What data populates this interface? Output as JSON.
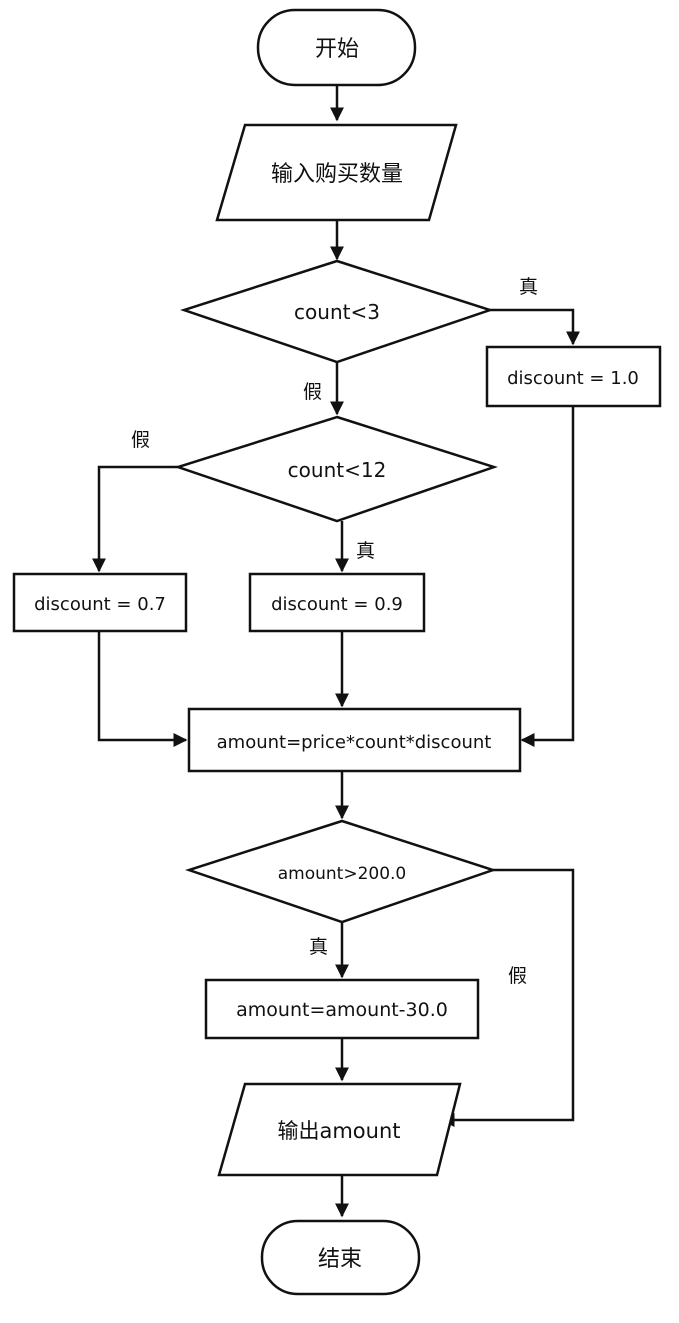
{
  "nodes": {
    "start": "开始",
    "input": "输入购买数量",
    "cond1": "count<3",
    "d10": "discount = 1.0",
    "cond2": "count<12",
    "d07": "discount = 0.7",
    "d09": "discount = 0.9",
    "calc": "amount=price*count*discount",
    "cond3": "amount>200.0",
    "sub": "amount=amount-30.0",
    "output": "输出amount",
    "end": "结束"
  },
  "edges": {
    "cond1_true": "真",
    "cond1_false": "假",
    "cond2_false": "假",
    "cond2_true": "真",
    "cond3_true": "真",
    "cond3_false": "假"
  }
}
